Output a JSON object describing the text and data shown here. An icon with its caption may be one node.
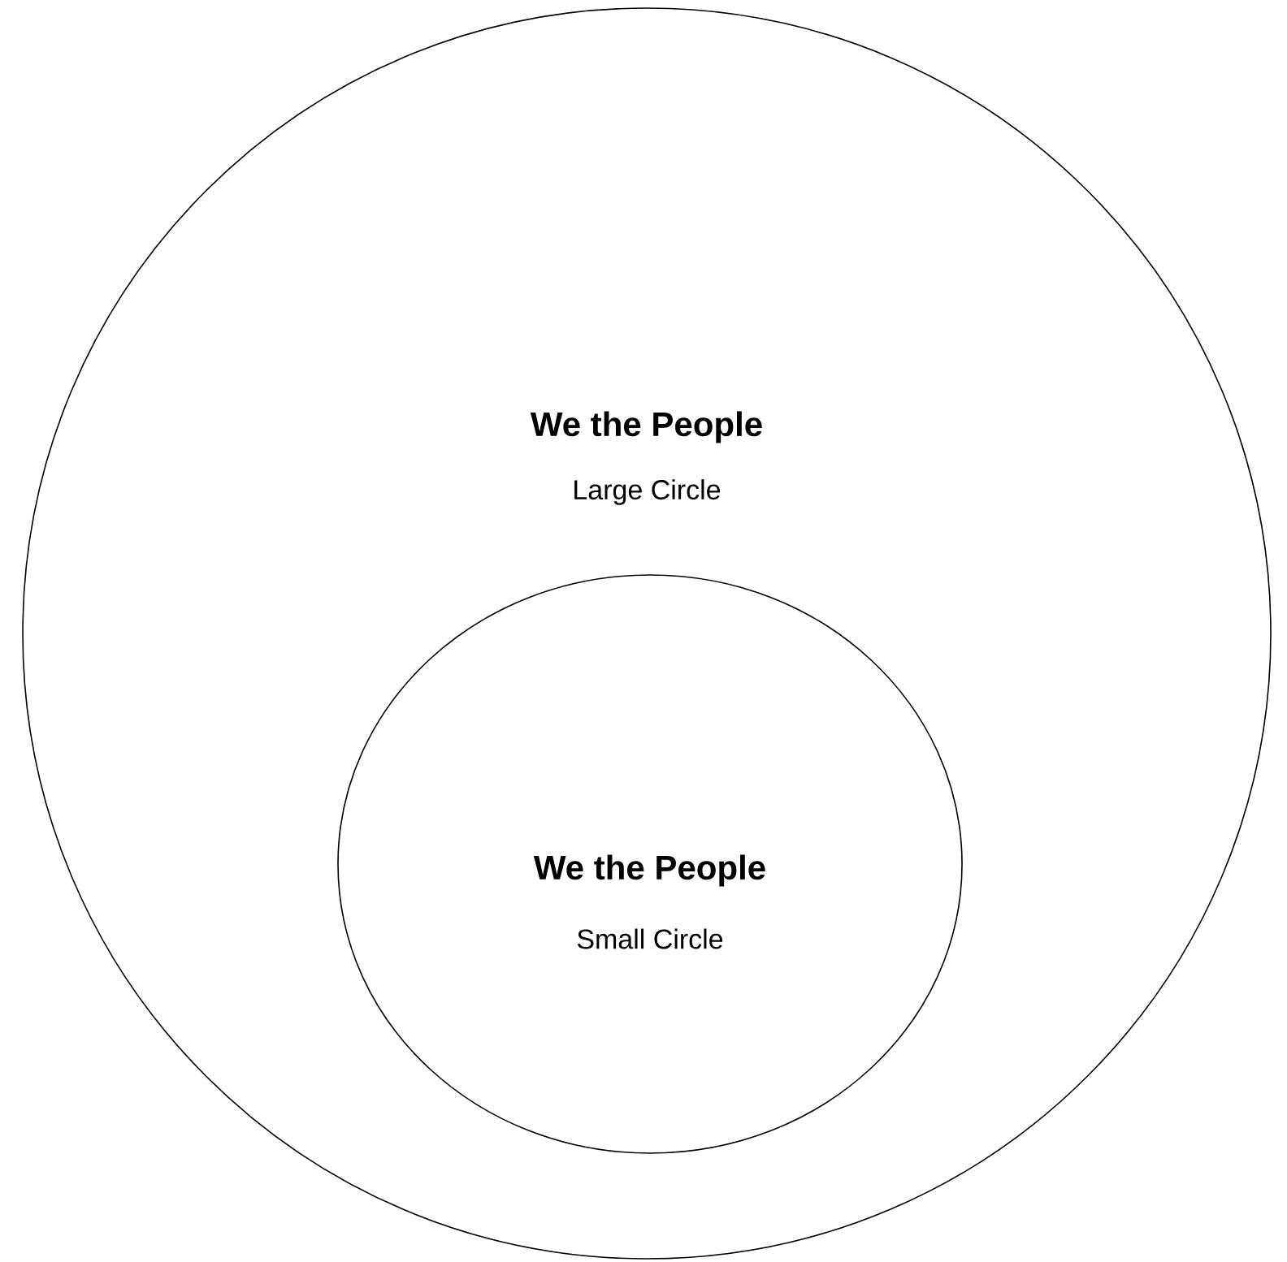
{
  "diagram": {
    "nodes": [
      {
        "text": [
          "We the People",
          "Large Circle"
        ]
      },
      {
        "text": [
          "We the People",
          "Small Circle"
        ],
        "in": 0
      }
    ]
  }
}
